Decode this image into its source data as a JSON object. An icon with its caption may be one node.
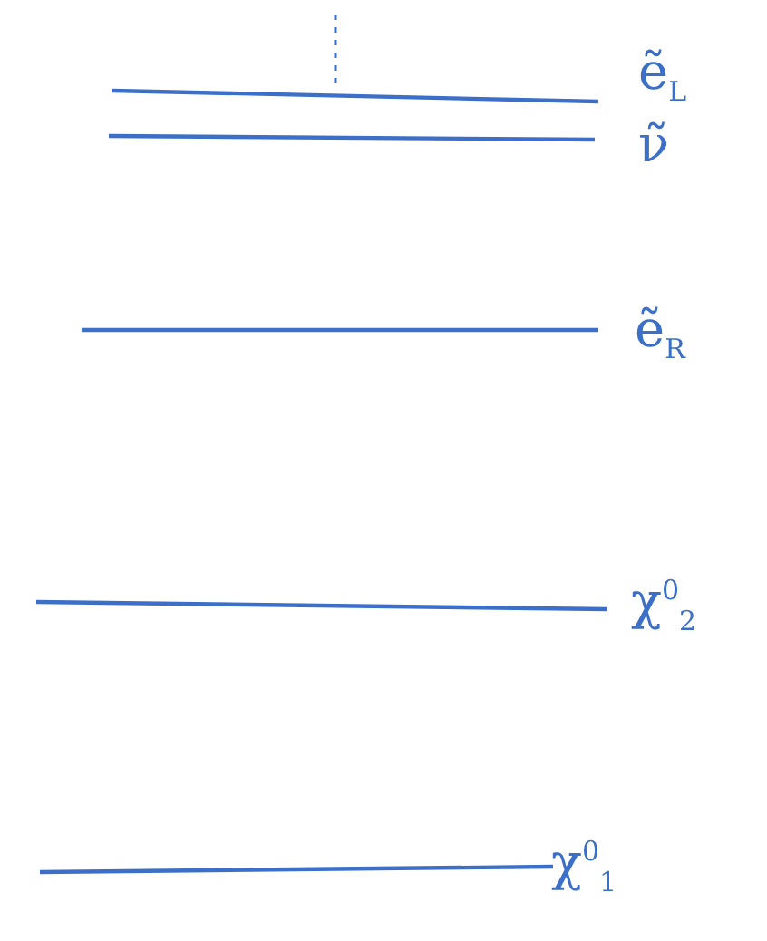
{
  "diagram": {
    "labels": [
      "ẽ$_{L}$",
      "ν̃",
      "ẽ$_{R}$",
      "χ$^{0}$$_{2}$",
      "χ$^{0}$$_{1}$"
    ]
  }
}
